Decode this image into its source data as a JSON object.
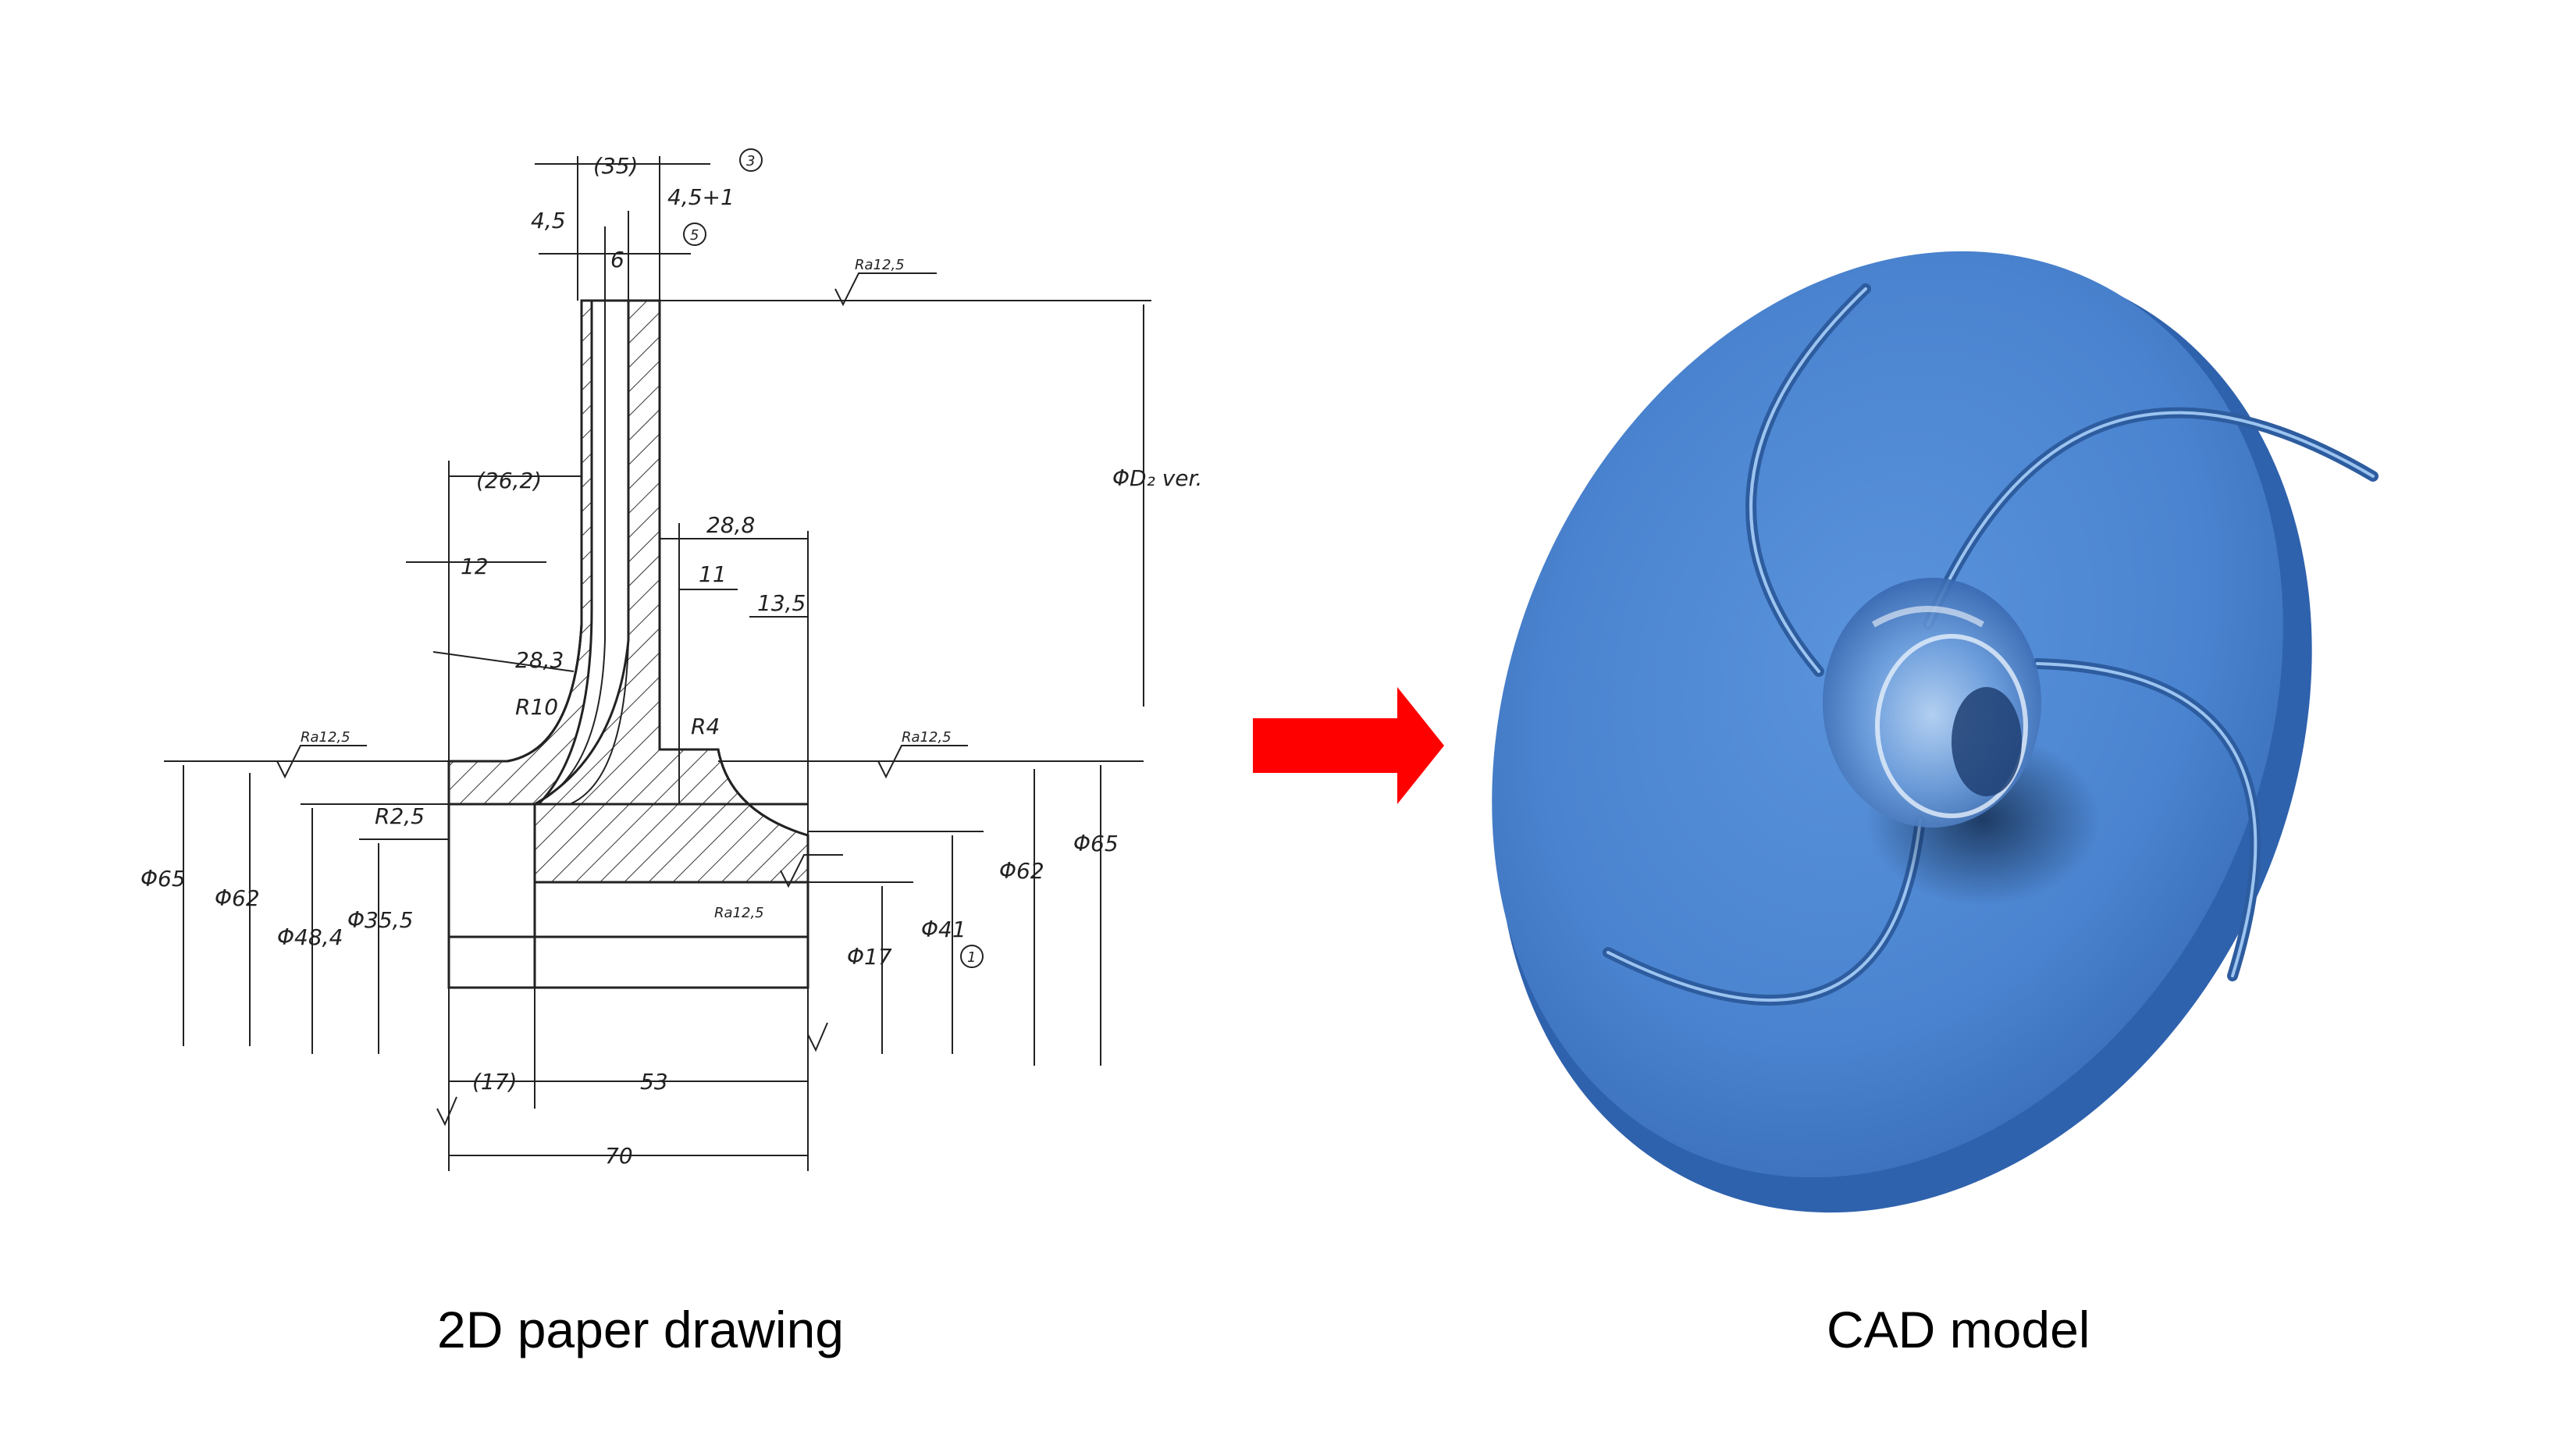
{
  "captions": {
    "left": "2D paper drawing",
    "right": "CAD model"
  },
  "drawing": {
    "dims": {
      "d35": "(35)",
      "d45a": "4,5",
      "d45b": "4,5+1",
      "d6": "6",
      "d262": "(26,2)",
      "d12": "12",
      "d288": "28,8",
      "d11": "11",
      "d135": "13,5",
      "d283": "28,3",
      "r10": "R10",
      "r4": "R4",
      "r25": "R2,5",
      "phi_d2": "ΦD₂ ver.",
      "phi65a": "Φ65",
      "phi62a": "Φ62",
      "phi484": "Φ48,4",
      "phi355": "Φ35,5",
      "phi17": "Φ17",
      "phi41": "Φ41",
      "phi62b": "Φ62",
      "phi65b": "Φ65",
      "d17": "(17)",
      "d53": "53",
      "d70": "70",
      "ra": "Ra12,5"
    },
    "callouts": [
      "3",
      "5",
      "1"
    ]
  },
  "colors": {
    "arrow": "#ff0000",
    "impeller": "#4a83cf",
    "impeller_dark": "#2f62ad",
    "impeller_light": "#7fb0ea"
  },
  "icons": {
    "arrow": "right-arrow-icon"
  }
}
